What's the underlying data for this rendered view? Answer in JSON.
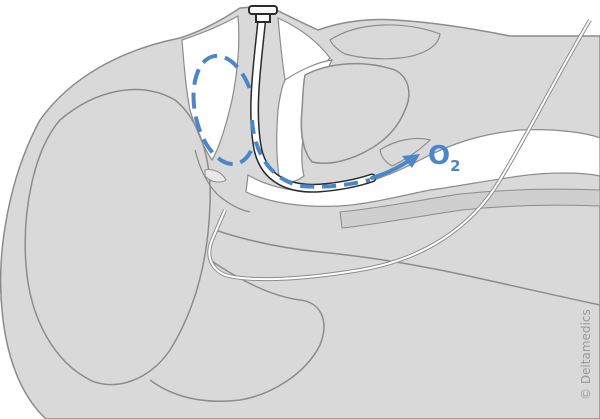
{
  "diagram": {
    "gas_label": "O",
    "gas_subscript": "2",
    "copyright": "© Deltamedics"
  },
  "colors": {
    "tissue_fill": "#d9d9d9",
    "tissue_stroke": "#8c8c8c",
    "airway_fill": "#ffffff",
    "accent_blue": "#4a86c8",
    "tube_stroke": "#2a2a2a",
    "watermark_text": "#9a9a9a"
  },
  "icons": {
    "flow": "oxygen-flow-arrow-icon",
    "device": "endotracheal-tube-icon"
  }
}
